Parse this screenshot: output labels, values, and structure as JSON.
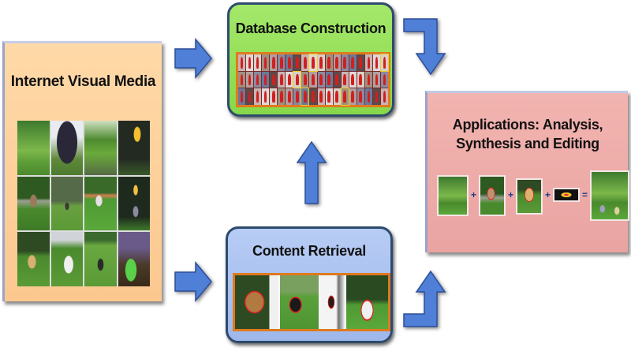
{
  "diagram": {
    "nodes": {
      "internet_visual_media": {
        "label": "Internet Visual Media",
        "color": "#fcc890",
        "thumbnails": 12
      },
      "database_construction": {
        "label": "Database Construction",
        "color": "#86d84a"
      },
      "content_retrieval": {
        "label": "Content Retrieval",
        "color": "#9fb8ec"
      },
      "applications": {
        "label_line1": "Applications: Analysis,",
        "label_line2": "Synthesis and Editing",
        "color": "#e9a4a2"
      }
    },
    "composition": {
      "plus": "+",
      "equals": "="
    },
    "edges": [
      {
        "from": "Internet Visual Media",
        "to": "Database Construction"
      },
      {
        "from": "Internet Visual Media",
        "to": "Content Retrieval"
      },
      {
        "from": "Content Retrieval",
        "to": "Database Construction"
      },
      {
        "from": "Database Construction",
        "to": "Applications: Analysis, Synthesis and Editing"
      },
      {
        "from": "Content Retrieval",
        "to": "Applications: Analysis, Synthesis and Editing"
      }
    ],
    "arrow_color": "#4f7fd6"
  }
}
